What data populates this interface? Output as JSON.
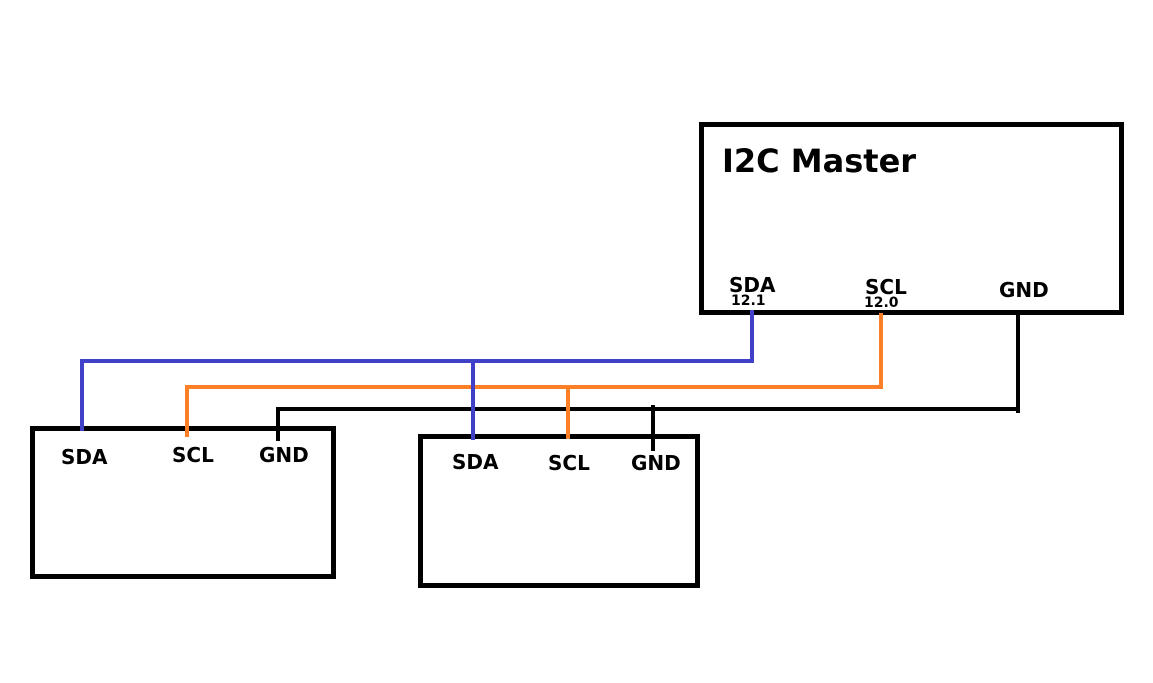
{
  "master": {
    "title": "I2C Master",
    "sda_label": "SDA",
    "sda_pin": "12.1",
    "scl_label": "SCL",
    "scl_pin": "12.0",
    "gnd_label": "GND"
  },
  "slave_left": {
    "sda_label": "SDA",
    "scl_label": "SCL",
    "gnd_label": "GND"
  },
  "slave_middle": {
    "sda_label": "SDA",
    "scl_label": "SCL",
    "gnd_label": "GND"
  },
  "colors": {
    "sda_wire": "#4040c8",
    "scl_wire": "#ff7f27",
    "gnd_wire": "#000000",
    "box_border": "#000000"
  }
}
